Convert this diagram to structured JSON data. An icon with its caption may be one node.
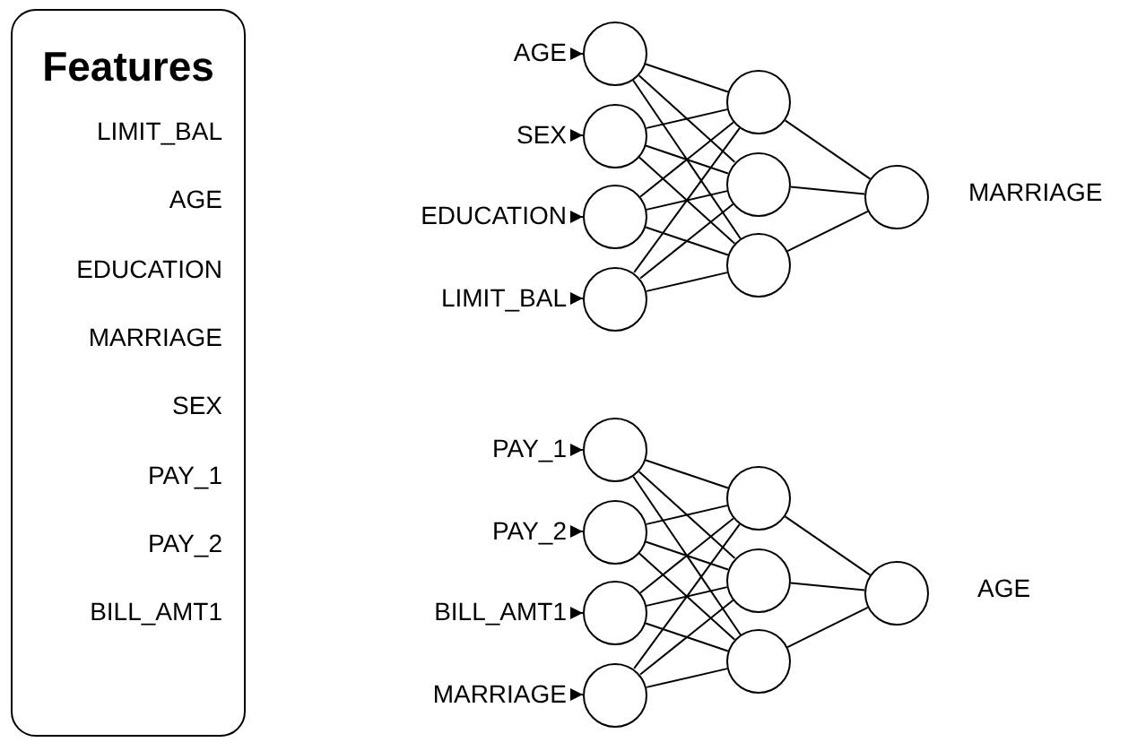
{
  "diagram": {
    "nodes": [
      {
        "text": [
          "Features",
          "LIMIT_BAL",
          "AGE",
          "EDUCATION",
          "MARRIAGE",
          "SEX",
          "PAY_1",
          "PAY_2",
          "BILL_AMT1"
        ]
      },
      {
        "text": [
          "AGE"
        ]
      },
      {
        "text": [
          "SEX"
        ]
      },
      {
        "text": [
          "EDUCATION"
        ]
      },
      {
        "text": [
          "LIMIT_BAL"
        ]
      },
      {
        "text": [],
        "shape": "circle"
      },
      {
        "text": [],
        "shape": "circle"
      },
      {
        "text": [],
        "shape": "circle"
      },
      {
        "text": [],
        "shape": "circle"
      },
      {
        "text": [],
        "shape": "circle"
      },
      {
        "text": [],
        "shape": "circle"
      },
      {
        "text": [],
        "shape": "circle"
      },
      {
        "text": [],
        "shape": "circle",
        "beside": [
          "MARRIAGE"
        ]
      },
      {
        "text": [
          "PAY_1"
        ]
      },
      {
        "text": [
          "PAY_2"
        ]
      },
      {
        "text": [
          "BILL_AMT1"
        ]
      },
      {
        "text": [
          "MARRIAGE"
        ]
      },
      {
        "text": [],
        "shape": "circle"
      },
      {
        "text": [],
        "shape": "circle"
      },
      {
        "text": [],
        "shape": "circle"
      },
      {
        "text": [],
        "shape": "circle"
      },
      {
        "text": [],
        "shape": "circle"
      },
      {
        "text": [],
        "shape": "circle"
      },
      {
        "text": [],
        "shape": "circle"
      },
      {
        "text": [],
        "shape": "circle",
        "beside": [
          "AGE"
        ]
      }
    ],
    "edges": [
      {
        "from": 1,
        "to": 5,
        "arrow": "to"
      },
      {
        "from": 2,
        "to": 6,
        "arrow": "to"
      },
      {
        "from": 3,
        "to": 7,
        "arrow": "to"
      },
      {
        "from": 4,
        "to": 8,
        "arrow": "to"
      },
      {
        "from": 5,
        "to": 9,
        "arrow": "none"
      },
      {
        "from": 5,
        "to": 10,
        "arrow": "none"
      },
      {
        "from": 5,
        "to": 11,
        "arrow": "none"
      },
      {
        "from": 6,
        "to": 9,
        "arrow": "none"
      },
      {
        "from": 6,
        "to": 10,
        "arrow": "none"
      },
      {
        "from": 6,
        "to": 11,
        "arrow": "none"
      },
      {
        "from": 7,
        "to": 9,
        "arrow": "none"
      },
      {
        "from": 7,
        "to": 10,
        "arrow": "none"
      },
      {
        "from": 7,
        "to": 11,
        "arrow": "none"
      },
      {
        "from": 8,
        "to": 9,
        "arrow": "none"
      },
      {
        "from": 8,
        "to": 10,
        "arrow": "none"
      },
      {
        "from": 8,
        "to": 11,
        "arrow": "none"
      },
      {
        "from": 9,
        "to": 12,
        "arrow": "none"
      },
      {
        "from": 10,
        "to": 12,
        "arrow": "none"
      },
      {
        "from": 11,
        "to": 12,
        "arrow": "none"
      },
      {
        "from": 13,
        "to": 17,
        "arrow": "to"
      },
      {
        "from": 14,
        "to": 18,
        "arrow": "to"
      },
      {
        "from": 15,
        "to": 19,
        "arrow": "to"
      },
      {
        "from": 16,
        "to": 20,
        "arrow": "to"
      },
      {
        "from": 17,
        "to": 21,
        "arrow": "none"
      },
      {
        "from": 17,
        "to": 22,
        "arrow": "none"
      },
      {
        "from": 17,
        "to": 23,
        "arrow": "none"
      },
      {
        "from": 18,
        "to": 21,
        "arrow": "none"
      },
      {
        "from": 18,
        "to": 22,
        "arrow": "none"
      },
      {
        "from": 18,
        "to": 23,
        "arrow": "none"
      },
      {
        "from": 19,
        "to": 21,
        "arrow": "none"
      },
      {
        "from": 19,
        "to": 22,
        "arrow": "none"
      },
      {
        "from": 19,
        "to": 23,
        "arrow": "none"
      },
      {
        "from": 20,
        "to": 21,
        "arrow": "none"
      },
      {
        "from": 20,
        "to": 22,
        "arrow": "none"
      },
      {
        "from": 20,
        "to": 23,
        "arrow": "none"
      },
      {
        "from": 21,
        "to": 24,
        "arrow": "none"
      },
      {
        "from": 22,
        "to": 24,
        "arrow": "none"
      },
      {
        "from": 23,
        "to": 24,
        "arrow": "none"
      }
    ]
  }
}
